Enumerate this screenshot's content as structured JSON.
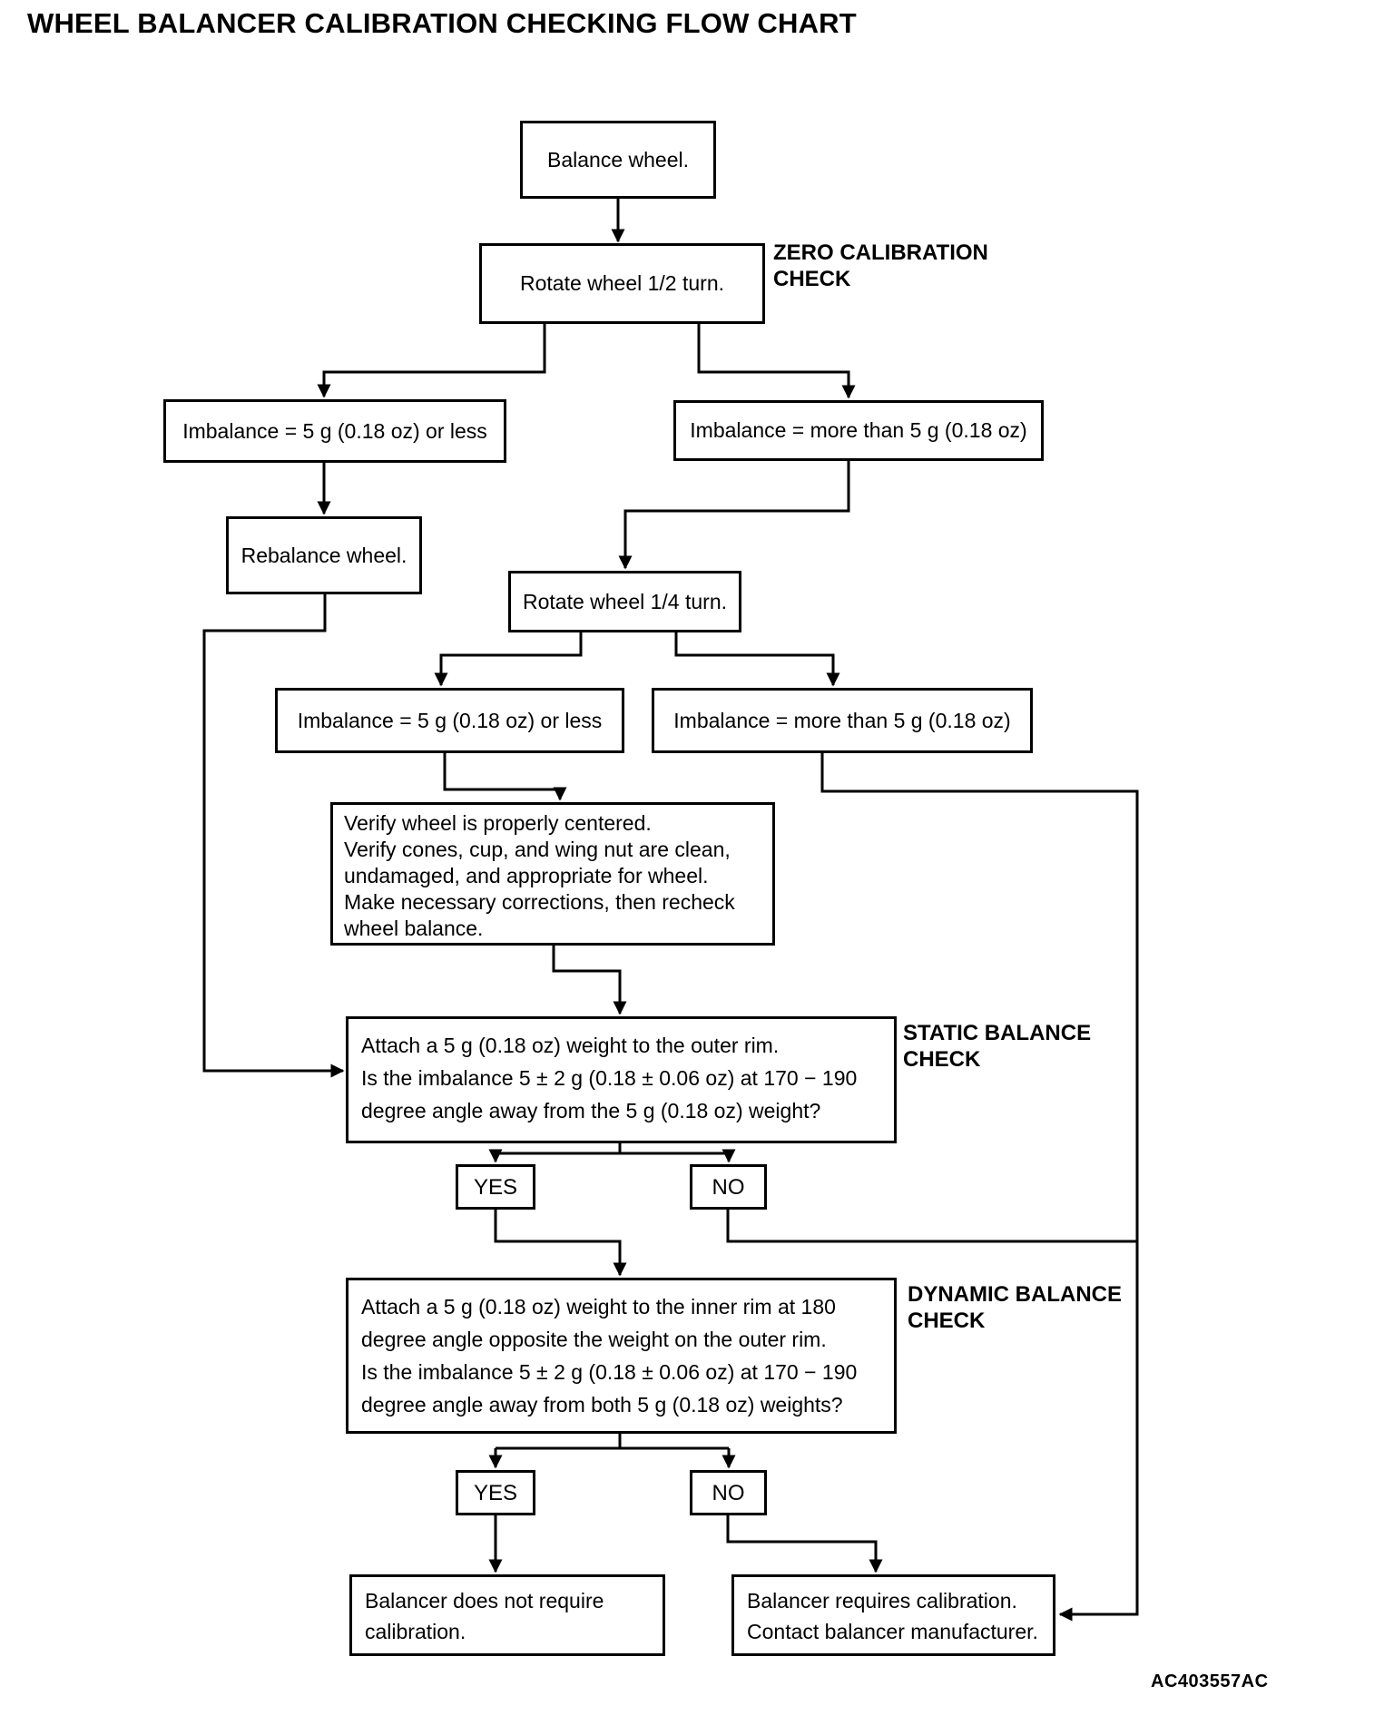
{
  "title": "WHEEL BALANCER CALIBRATION CHECKING FLOW CHART",
  "figure_code": "AC403557AC",
  "colors": {
    "background": "#ffffff",
    "line": "#000000",
    "text": "#000000"
  },
  "section_labels": {
    "zero_calibration": "ZERO CALIBRATION\nCHECK",
    "static_balance": "STATIC BALANCE\nCHECK",
    "dynamic_balance": "DYNAMIC BALANCE\nCHECK"
  },
  "nodes": {
    "balance_wheel": "Balance wheel.",
    "rotate_half": "Rotate wheel 1/2 turn.",
    "imbalance_less_1": "Imbalance = 5 g (0.18 oz) or less",
    "imbalance_more_1": "Imbalance = more than 5 g (0.18 oz)",
    "rebalance": "Rebalance wheel.",
    "rotate_quarter": "Rotate wheel 1/4 turn.",
    "imbalance_less_2": "Imbalance = 5 g (0.18 oz) or less",
    "imbalance_more_2": "Imbalance = more than 5 g (0.18 oz)",
    "verify": "Verify wheel is properly centered.\nVerify cones, cup, and wing nut are clean,\nundamaged, and appropriate for wheel.\nMake necessary corrections, then recheck\nwheel balance.",
    "static_check": "Attach a 5 g (0.18 oz) weight to the outer rim.\nIs the imbalance 5 ± 2 g (0.18 ± 0.06 oz) at 170 − 190\ndegree angle away from the 5 g (0.18 oz) weight?",
    "yes_1": "YES",
    "no_1": "NO",
    "dynamic_check": "Attach a 5 g (0.18 oz) weight to the inner rim at 180\ndegree angle opposite the weight on the outer rim.\nIs the imbalance 5 ± 2 g (0.18 ± 0.06 oz) at 170 − 190\ndegree angle away from both 5 g (0.18 oz) weights?",
    "yes_2": "YES",
    "no_2": "NO",
    "result_no_calibration": "Balancer does not require\ncalibration.",
    "result_calibration": "Balancer requires calibration.\nContact balancer manufacturer."
  }
}
